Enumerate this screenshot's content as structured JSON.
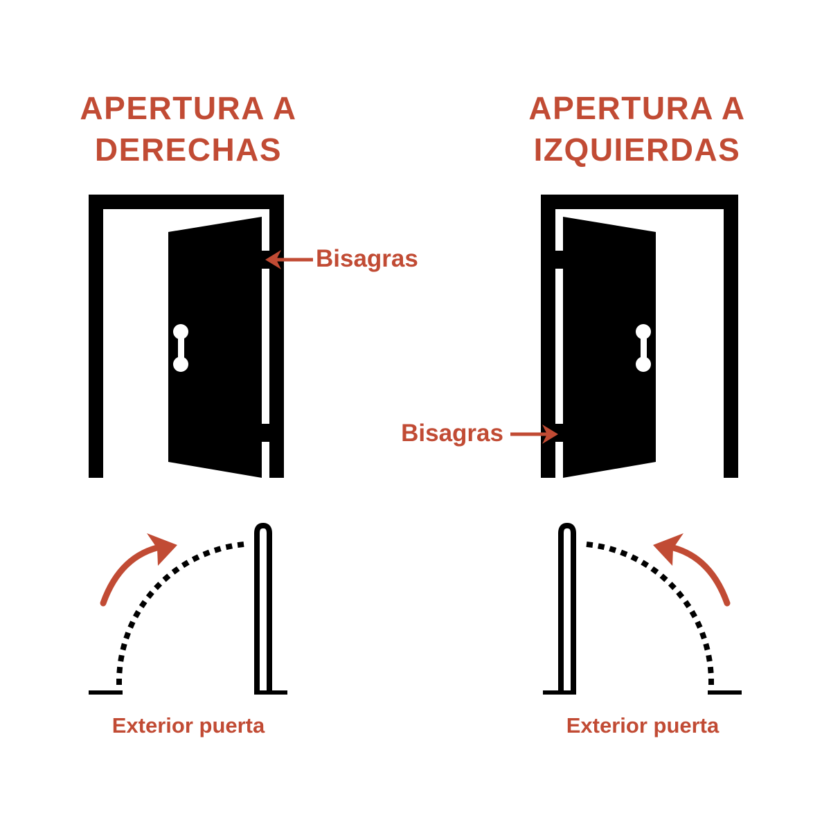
{
  "colors": {
    "accent": "#C14B34",
    "ink": "#000000",
    "background": "#FFFFFF"
  },
  "left_figure": {
    "title_line1": "APERTURA A",
    "title_line2": "DERECHAS",
    "hinge_label": "Bisagras",
    "exterior_label": "Exterior puerta"
  },
  "right_figure": {
    "title_line1": "APERTURA A",
    "title_line2": "IZQUIERDAS",
    "hinge_label": "Bisagras",
    "exterior_label": "Exterior puerta"
  }
}
